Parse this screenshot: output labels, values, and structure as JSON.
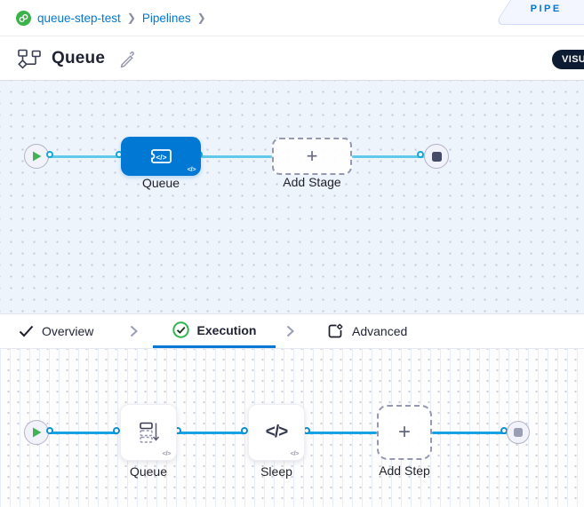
{
  "breadcrumb": {
    "project": "queue-step-test",
    "section": "Pipelines",
    "studio_tab_label": "PIPE"
  },
  "header": {
    "title": "Queue",
    "view_toggle_label": "VISU"
  },
  "stage_canvas": {
    "stage_label": "Queue",
    "add_stage_label": "Add Stage",
    "code_badge": "</>"
  },
  "tabs": [
    {
      "label": "Overview"
    },
    {
      "label": "Execution"
    },
    {
      "label": "Advanced"
    }
  ],
  "step_canvas": {
    "steps": [
      {
        "label": "Queue"
      },
      {
        "label": "Sleep"
      }
    ],
    "sleep_icon_glyph": "</>",
    "add_step_label": "Add Step",
    "code_badge": "</>"
  },
  "glyphs": {
    "plus": "+"
  },
  "colors": {
    "accent": "#0278d5",
    "stage_edge": "#61c9ea",
    "step_edge": "#17a2e6",
    "success_green": "#2fb550",
    "project_green": "#3db24b",
    "dark_pill": "#0d1b33"
  }
}
